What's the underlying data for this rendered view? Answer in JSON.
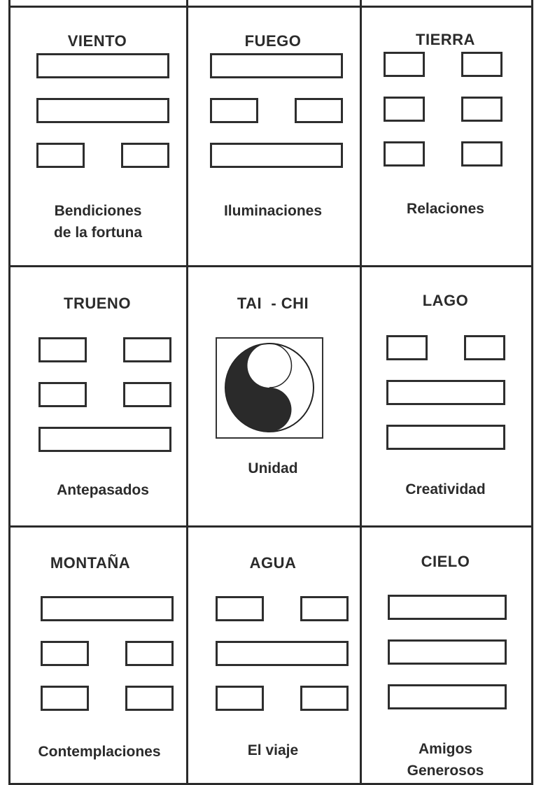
{
  "cells": [
    {
      "id": "viento",
      "title": "VIENTO",
      "lines": [
        "yang",
        "yang",
        "yin"
      ],
      "caption": [
        "Bendiciones",
        "de la fortuna"
      ]
    },
    {
      "id": "fuego",
      "title": "FUEGO",
      "lines": [
        "yang",
        "yin",
        "yang"
      ],
      "caption": [
        "Iluminaciones"
      ]
    },
    {
      "id": "tierra",
      "title": "TIERRA",
      "lines": [
        "yin",
        "yin",
        "yin"
      ],
      "caption": [
        "Relaciones"
      ]
    },
    {
      "id": "trueno",
      "title": "TRUENO",
      "lines": [
        "yin",
        "yin",
        "yang"
      ],
      "caption": [
        "Antepasados"
      ]
    },
    {
      "id": "taichi",
      "title": "TAI  - CHI",
      "symbol": "yin-yang-icon",
      "caption": [
        "Unidad"
      ]
    },
    {
      "id": "lago",
      "title": "LAGO",
      "lines": [
        "yin",
        "yang",
        "yang"
      ],
      "caption": [
        "Creatividad"
      ]
    },
    {
      "id": "montana",
      "title": "MONTAÑA",
      "lines": [
        "yang",
        "yin",
        "yin"
      ],
      "caption": [
        "Contemplaciones"
      ]
    },
    {
      "id": "agua",
      "title": "AGUA",
      "lines": [
        "yin",
        "yang",
        "yin"
      ],
      "caption": [
        "El viaje"
      ]
    },
    {
      "id": "cielo",
      "title": "CIELO",
      "lines": [
        "yang",
        "yang",
        "yang"
      ],
      "caption": [
        "Amigos",
        "Generosos"
      ]
    }
  ]
}
